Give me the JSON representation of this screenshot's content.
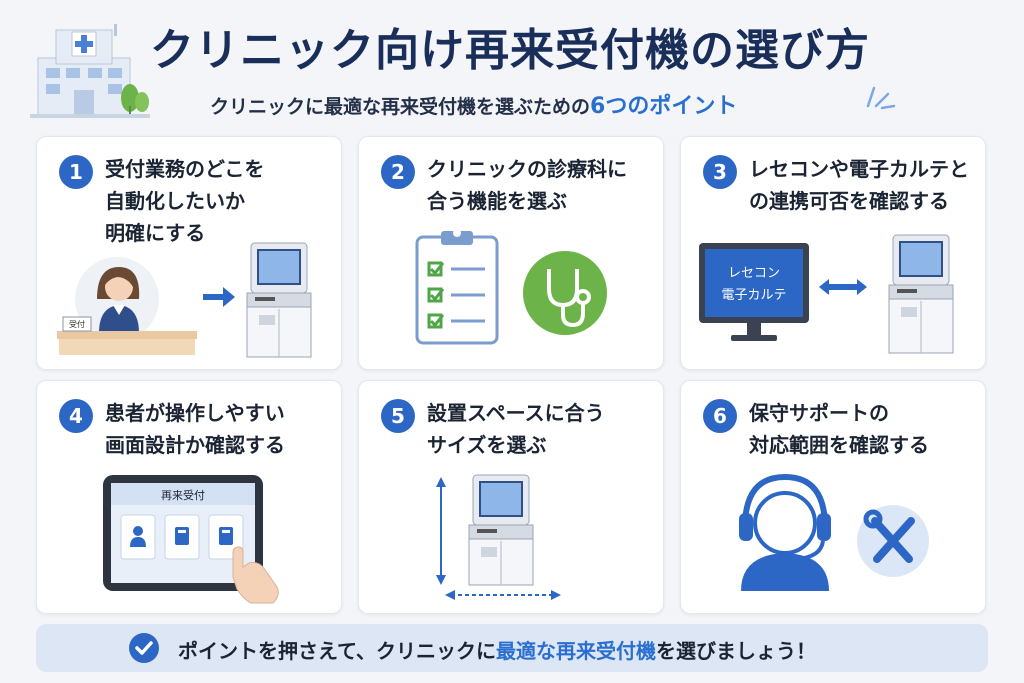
{
  "header": {
    "title": "クリニック向け再来受付機の選び方",
    "subtitle_pre": "クリニックに最適な再来受付機を選ぶための",
    "subtitle_hl": "6つのポイント"
  },
  "points": [
    {
      "num": "1",
      "lines": [
        "受付業務のどこを",
        "自動化したいか",
        "明確にする"
      ],
      "art_label": "受付"
    },
    {
      "num": "2",
      "lines": [
        "クリニックの診療科に",
        "合う機能を選ぶ"
      ]
    },
    {
      "num": "3",
      "lines": [
        "レセコンや電子カルテと",
        "の連携可否を確認する"
      ],
      "art_lines": [
        "レセコン",
        "電子カルテ"
      ]
    },
    {
      "num": "4",
      "lines": [
        "患者が操作しやすい",
        "画面設計か確認する"
      ],
      "art_label": "再来受付"
    },
    {
      "num": "5",
      "lines": [
        "設置スペースに合う",
        "サイズを選ぶ"
      ]
    },
    {
      "num": "6",
      "lines": [
        "保守サポートの",
        "対応範囲を確認する"
      ]
    }
  ],
  "footer": {
    "text_pre": "ポイントを押さえて、クリニックに",
    "text_hl": "最適な再来受付機",
    "text_post": "を選びましょう！"
  },
  "colors": {
    "accent": "#2d67c6",
    "title": "#1a2e5a",
    "green": "#6cb44a",
    "footer_bg": "#dde6f4"
  }
}
